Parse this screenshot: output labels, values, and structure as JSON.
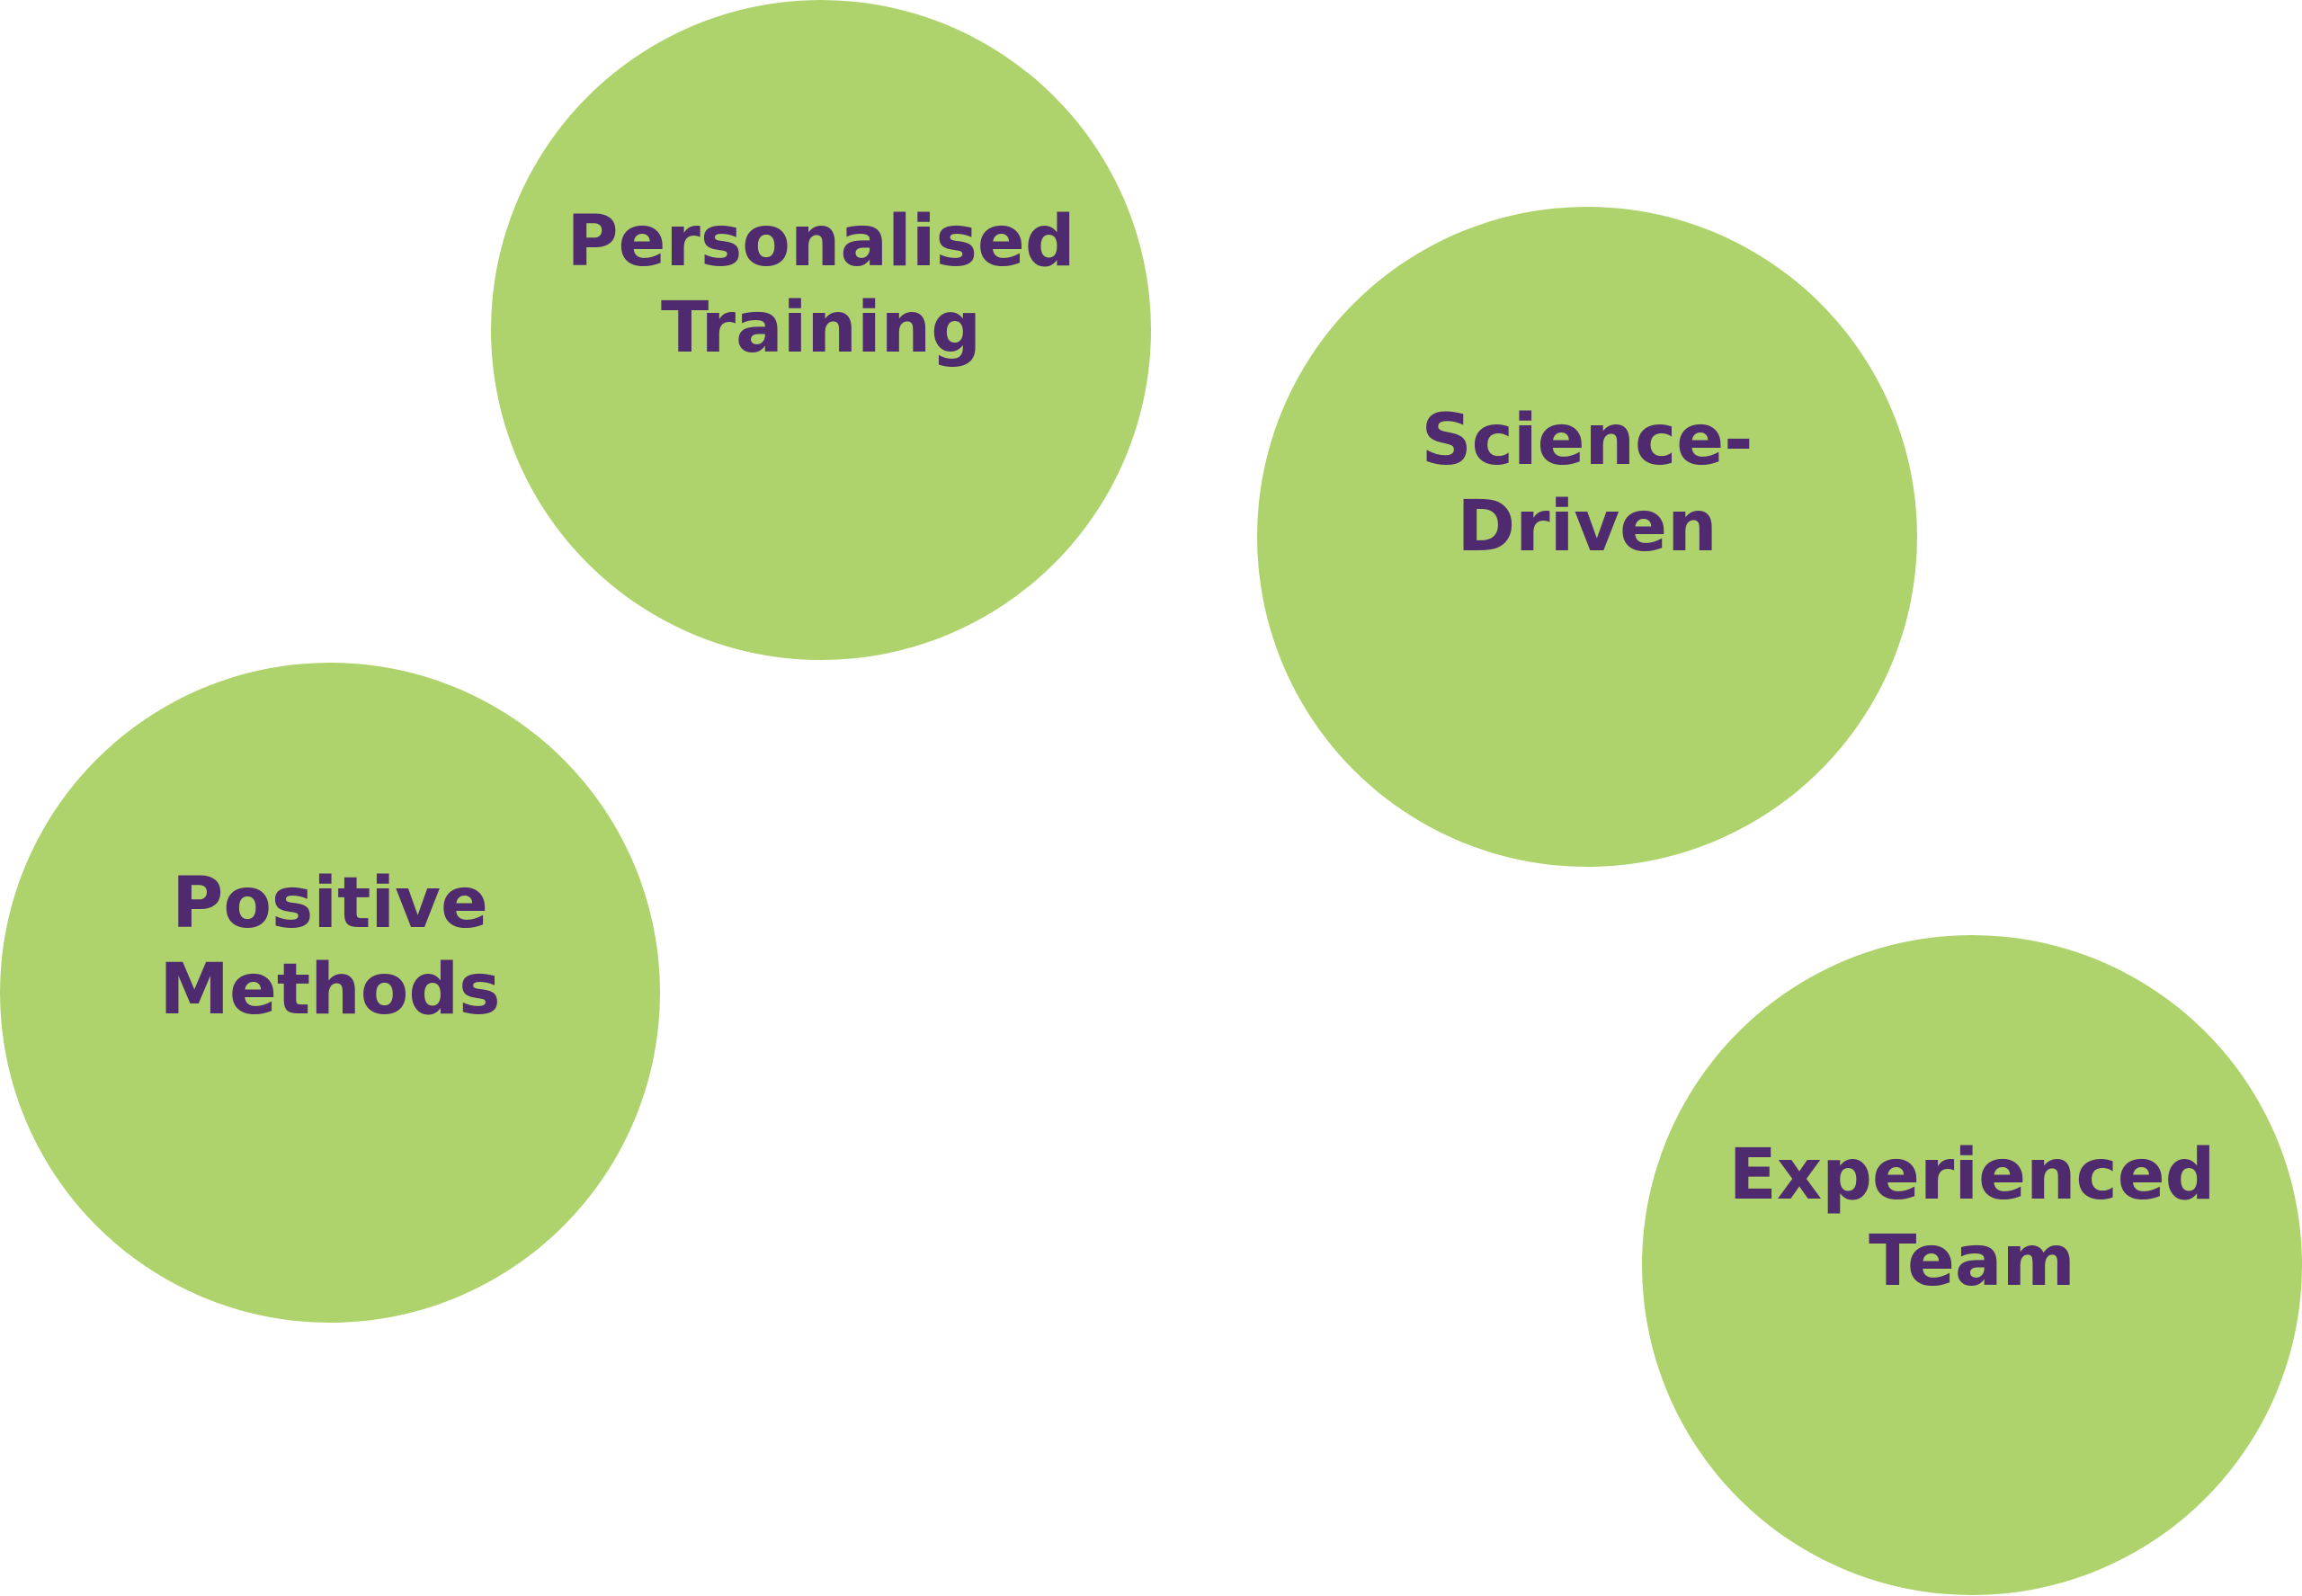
{
  "colors": {
    "bubble_fill": "#aed36c",
    "label_text": "#4f2a6e",
    "background": "#ffffff"
  },
  "bubbles": [
    {
      "label": "Personalised\nTraining"
    },
    {
      "label": "Science-\nDriven"
    },
    {
      "label": "Positive\nMethods"
    },
    {
      "label": "Experienced\nTeam"
    }
  ]
}
